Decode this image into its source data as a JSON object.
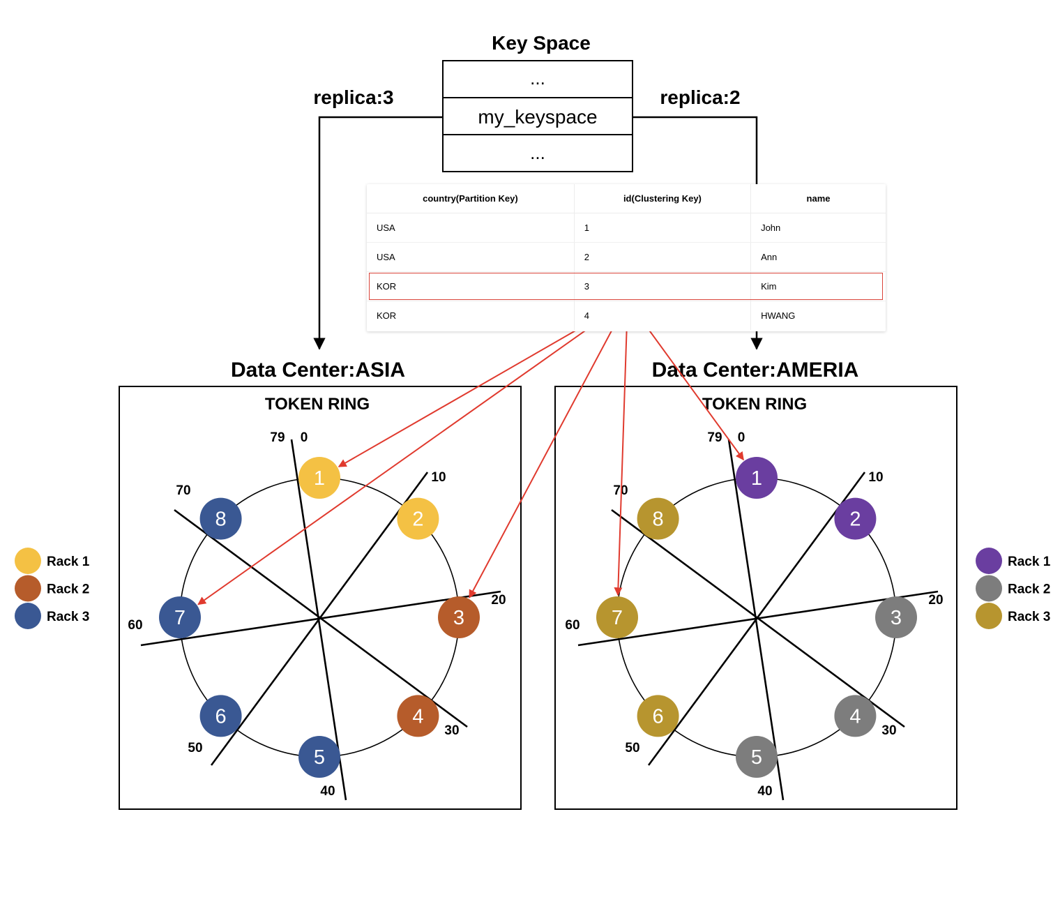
{
  "keyspace": {
    "title": "Key Space",
    "rows": [
      "...",
      "my_keyspace",
      "..."
    ]
  },
  "replicas": {
    "left": "replica:3",
    "right": "replica:2"
  },
  "table": {
    "headers": [
      "country(Partition Key)",
      "id(Clustering Key)",
      "name"
    ],
    "rows": [
      [
        "USA",
        "1",
        "John"
      ],
      [
        "USA",
        "2",
        "Ann"
      ],
      [
        "KOR",
        "3",
        "Kim"
      ],
      [
        "KOR",
        "4",
        "HWANG"
      ]
    ],
    "highlighted_row": 2
  },
  "datacenters": [
    {
      "title": "Data Center:ASIA",
      "ring_title": "TOKEN RING",
      "tokens": [
        "79",
        "0",
        "10",
        "20",
        "30",
        "40",
        "50",
        "60",
        "70"
      ],
      "nodes": [
        "1",
        "2",
        "3",
        "4",
        "5",
        "6",
        "7",
        "8"
      ],
      "node_racks": [
        1,
        1,
        2,
        2,
        3,
        3,
        3,
        3
      ],
      "rack_colors": {
        "1": "#f4c144",
        "2": "#b65c2b",
        "3": "#3a5893"
      },
      "legend": [
        "Rack 1",
        "Rack 2",
        "Rack 3"
      ],
      "replica_targets": [
        "1",
        "7",
        "3"
      ]
    },
    {
      "title": "Data Center:AMERIA",
      "ring_title": "TOKEN RING",
      "tokens": [
        "79",
        "0",
        "10",
        "20",
        "30",
        "40",
        "50",
        "60",
        "70"
      ],
      "nodes": [
        "1",
        "2",
        "3",
        "4",
        "5",
        "6",
        "7",
        "8"
      ],
      "node_racks": [
        1,
        1,
        2,
        2,
        2,
        3,
        3,
        3
      ],
      "rack_colors": {
        "1": "#6a3ea0",
        "2": "#7d7d7d",
        "3": "#b7952f"
      },
      "legend": [
        "Rack 1",
        "Rack 2",
        "Rack 3"
      ],
      "replica_targets": [
        "7",
        "1"
      ]
    }
  ],
  "colors": {
    "arrow": "#e03a2e",
    "line": "#000000"
  }
}
